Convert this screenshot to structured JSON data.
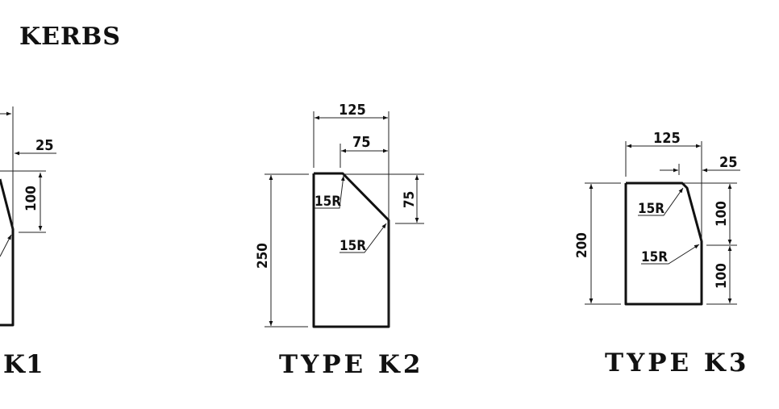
{
  "title": "KERBS",
  "kerbs": [
    {
      "id": "K1",
      "label": "K1",
      "dimensions": {
        "top_offset": "25",
        "slope_height": "100"
      }
    },
    {
      "id": "K2",
      "label": "TYPE  K2",
      "dimensions": {
        "width": "125",
        "chamfer_width": "75",
        "chamfer_height": "75",
        "height": "250",
        "radius_top": "15R",
        "radius_side": "15R"
      }
    },
    {
      "id": "K3",
      "label": "TYPE  K3",
      "dimensions": {
        "width": "125",
        "top_offset": "25",
        "height": "200",
        "upper_height": "100",
        "lower_height": "100",
        "radius_top": "15R",
        "radius_side": "15R"
      }
    }
  ],
  "colors": {
    "line": "#111111",
    "background": "#ffffff"
  }
}
